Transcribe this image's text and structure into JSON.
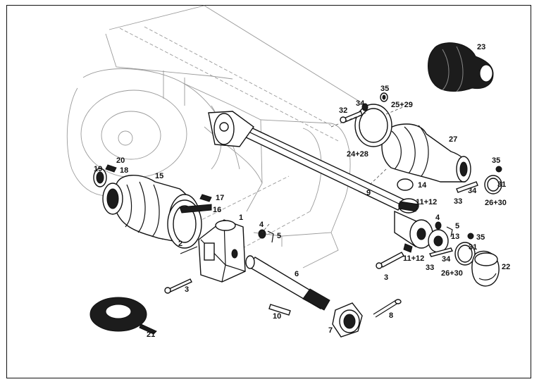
{
  "diagram": {
    "callouts": [
      {
        "id": "p1",
        "text": "1"
      },
      {
        "id": "p2",
        "text": "2"
      },
      {
        "id": "p3a",
        "text": "3"
      },
      {
        "id": "p3b",
        "text": "3"
      },
      {
        "id": "p4a",
        "text": "4"
      },
      {
        "id": "p4b",
        "text": "4"
      },
      {
        "id": "p5a",
        "text": "5"
      },
      {
        "id": "p5b",
        "text": "5"
      },
      {
        "id": "p6",
        "text": "6"
      },
      {
        "id": "p7",
        "text": "7"
      },
      {
        "id": "p8",
        "text": "8"
      },
      {
        "id": "p9",
        "text": "9"
      },
      {
        "id": "p10",
        "text": "10"
      },
      {
        "id": "p11a",
        "text": "11+12"
      },
      {
        "id": "p11b",
        "text": "11+12"
      },
      {
        "id": "p13",
        "text": "13"
      },
      {
        "id": "p14",
        "text": "14"
      },
      {
        "id": "p15",
        "text": "15"
      },
      {
        "id": "p16",
        "text": "16"
      },
      {
        "id": "p17",
        "text": "17"
      },
      {
        "id": "p18",
        "text": "18"
      },
      {
        "id": "p19",
        "text": "19"
      },
      {
        "id": "p20",
        "text": "20"
      },
      {
        "id": "p21",
        "text": "21"
      },
      {
        "id": "p22",
        "text": "22"
      },
      {
        "id": "p23",
        "text": "23"
      },
      {
        "id": "p24",
        "text": "24+28"
      },
      {
        "id": "p25",
        "text": "25+29"
      },
      {
        "id": "p26a",
        "text": "26+30"
      },
      {
        "id": "p26b",
        "text": "26+30"
      },
      {
        "id": "p27",
        "text": "27"
      },
      {
        "id": "p31a",
        "text": "31"
      },
      {
        "id": "p31b",
        "text": "31"
      },
      {
        "id": "p32",
        "text": "32"
      },
      {
        "id": "p33a",
        "text": "33"
      },
      {
        "id": "p33b",
        "text": "33"
      },
      {
        "id": "p34a",
        "text": "34"
      },
      {
        "id": "p34b",
        "text": "34"
      },
      {
        "id": "p34c",
        "text": "34"
      },
      {
        "id": "p35a",
        "text": "35"
      },
      {
        "id": "p35b",
        "text": "35"
      },
      {
        "id": "p35c",
        "text": "35"
      }
    ]
  },
  "colors": {
    "ink": "#111111",
    "paper": "#ffffff",
    "faint": "#9a9a9a"
  }
}
